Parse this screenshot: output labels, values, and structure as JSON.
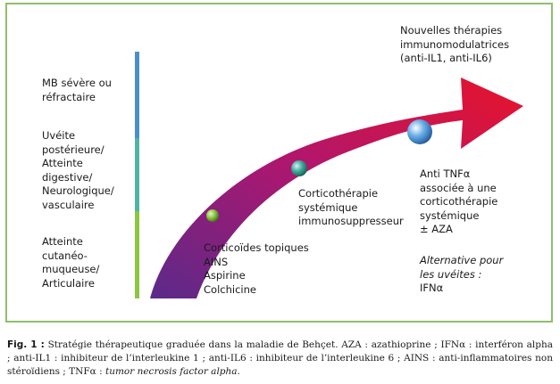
{
  "left_labels": {
    "severe": "MB sévère ou\nréfractaire",
    "uveitis": "Uvéite\npostérieure/\nAtteinte\ndigestive/\nNeurologique/\nvasculaire",
    "mucocutaneous": "Atteinte\ncutanéo-\nmuqueuse/\nArticulaire"
  },
  "stages": {
    "stage1": "Corticoïdes topiques\nAINS\nAspirine\nColchicine",
    "stage2": "Corticothérapie\nsystémique\nimmunosuppresseur",
    "stage3": "Anti TNFα\nassociée à une\ncorticothérapie\nsystémique\n± AZA",
    "stage3_alt": "Alternative pour\nles uvéites :",
    "stage3_alt_drug": "IFNα",
    "stage4": "Nouvelles thérapies\nimmunomodulatrices\n(anti-IL1, anti-IL6)"
  },
  "colors": {
    "frame": "#8fbf6a",
    "bar_top": "#4a90c8",
    "bar_mid": "#4fb3a6",
    "bar_bottom": "#8cc63f",
    "arrow_start": "#5b2a8a",
    "arrow_mid": "#b0166e",
    "arrow_end": "#e8132a"
  },
  "caption": {
    "fig_label": "Fig. 1 :",
    "part1": " Stratégie thérapeutique graduée dans la maladie de Behçet. AZA : azathioprine ; IFNα : interféron alpha ; anti-IL1 : inhibiteur de l’interleukine 1 ; anti-IL6 : inhibiteur de l’interleukine 6 ; AINS : anti-inflammatoires non stéroïdiens ; TNFα : ",
    "italic": "tumor necrosis factor alpha",
    "end": "."
  }
}
